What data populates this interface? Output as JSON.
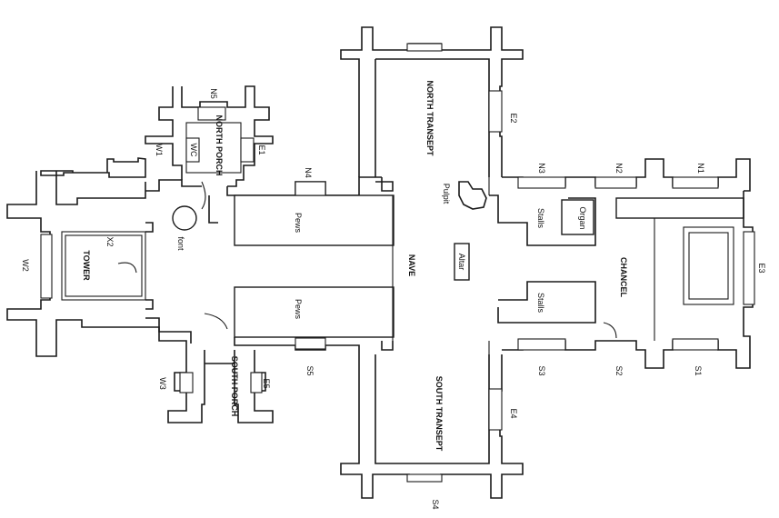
{
  "labels": {
    "tower": "TOWER",
    "nave": "NAVE",
    "chancel": "CHANCEL",
    "north_transept": "NORTH TRANSEPT",
    "south_transept": "SOUTH TRANSEPT",
    "north_porch": "NORTH PORCH",
    "south_porch": "SOUTH PORCH",
    "pews_north": "Pews",
    "pews_south": "Pews",
    "stalls_north": "Stalls",
    "stalls_south": "Stalls",
    "organ": "Organ",
    "altar": "Altar",
    "pulpit": "Pulpit",
    "font": "font",
    "wc": "WC"
  },
  "windows": {
    "w1": "W1",
    "w2": "W2",
    "w3": "W3",
    "e1": "E1",
    "e2": "E2",
    "e3": "E3",
    "e4": "E4",
    "e5": "E5",
    "n1": "N1",
    "n2": "N2",
    "n3": "N3",
    "n4": "N4",
    "n5": "N5",
    "s1": "S1",
    "s2": "S2",
    "s3": "S3",
    "s4": "S4",
    "s5": "S5",
    "x2": "X2"
  }
}
